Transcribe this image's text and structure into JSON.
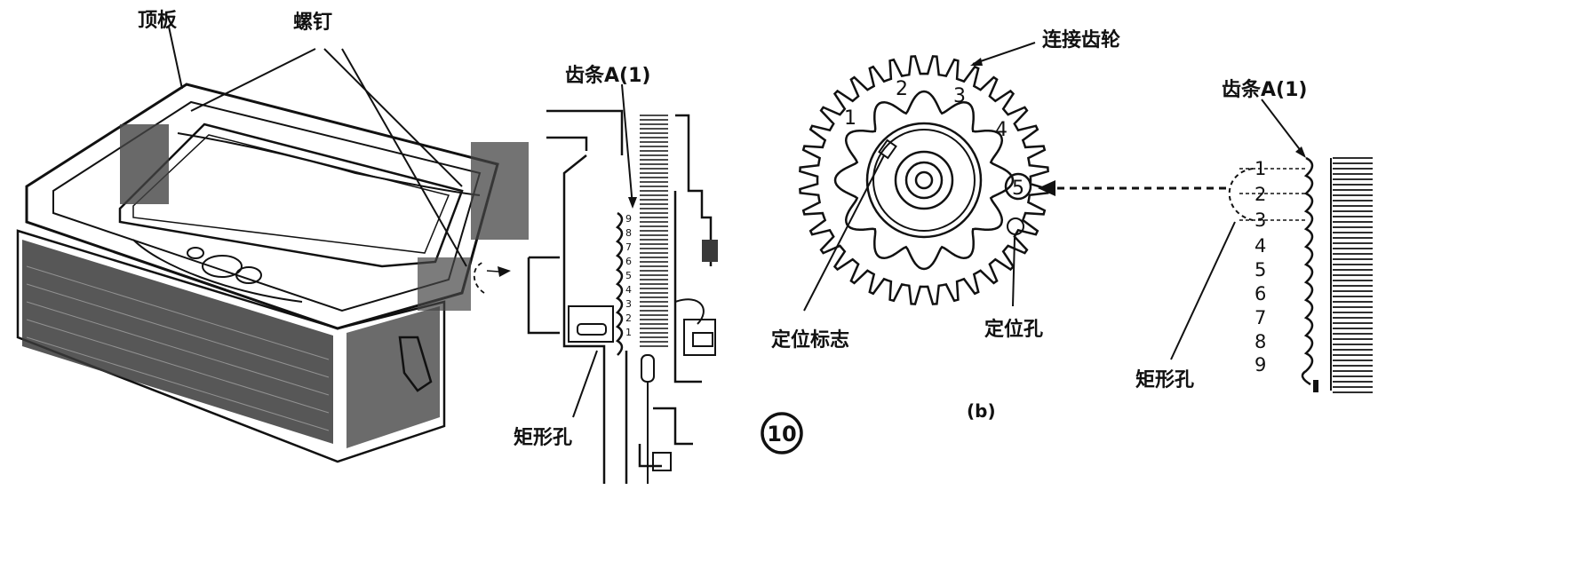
{
  "diagram": {
    "panel_a": {
      "label_top_plate": "顶板",
      "label_screw": "螺钉"
    },
    "panel_rack_left": {
      "label_rack": "齿条A(1)",
      "label_rect_hole": "矩形孔",
      "tick_numbers": [
        "9",
        "8",
        "7",
        "6",
        "5",
        "4",
        "3",
        "2",
        "1"
      ]
    },
    "panel_b": {
      "label_connecting_gear": "连接齿轮",
      "label_position_mark": "定位标志",
      "label_position_hole": "定位孔",
      "label_rack": "齿条A(1)",
      "label_rect_hole": "矩形孔",
      "gear_numbers": [
        "1",
        "2",
        "3",
        "4",
        "5"
      ],
      "rack_numbers": [
        "1",
        "2",
        "3",
        "4",
        "5",
        "6",
        "7",
        "8",
        "9"
      ],
      "caption": "(b)"
    },
    "figure_number": "10"
  }
}
